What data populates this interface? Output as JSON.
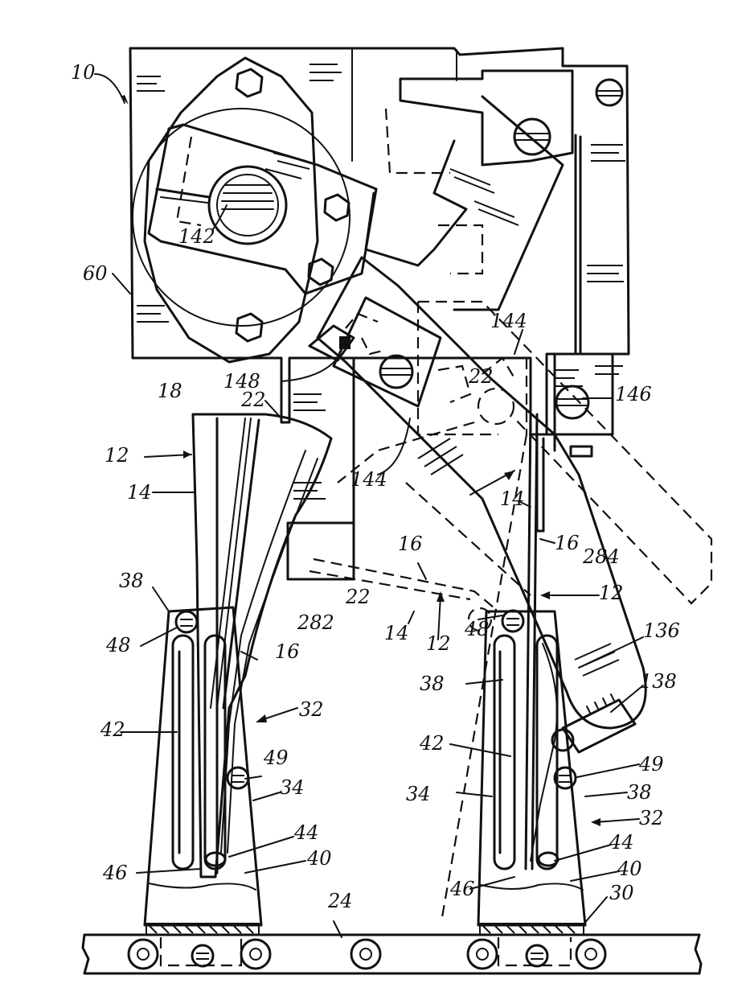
{
  "labels": {
    "l10": "10",
    "l60": "60",
    "l142": "142",
    "l148": "148",
    "l22a": "22",
    "l22b": "22",
    "l22c": "22",
    "l18": "18",
    "l12a": "12",
    "l12b": "12",
    "l12c": "12",
    "l14a": "14",
    "l14b": "14",
    "l14c": "14",
    "l144a": "144",
    "l144b": "144",
    "l146": "146",
    "l16a": "16",
    "l16b": "16",
    "l16c": "16",
    "l284": "284",
    "l282": "282",
    "l38a": "38",
    "l38b": "38",
    "l38c": "38",
    "l48a": "48",
    "l48b": "48",
    "l136": "136",
    "l138": "138",
    "l42a": "42",
    "l42b": "42",
    "l32a": "32",
    "l32b": "32",
    "l49a": "49",
    "l49b": "49",
    "l34a": "34",
    "l34b": "34",
    "l44a": "44",
    "l44b": "44",
    "l40a": "40",
    "l40b": "40",
    "l46a": "46",
    "l46b": "46",
    "l24": "24",
    "l30": "30"
  }
}
